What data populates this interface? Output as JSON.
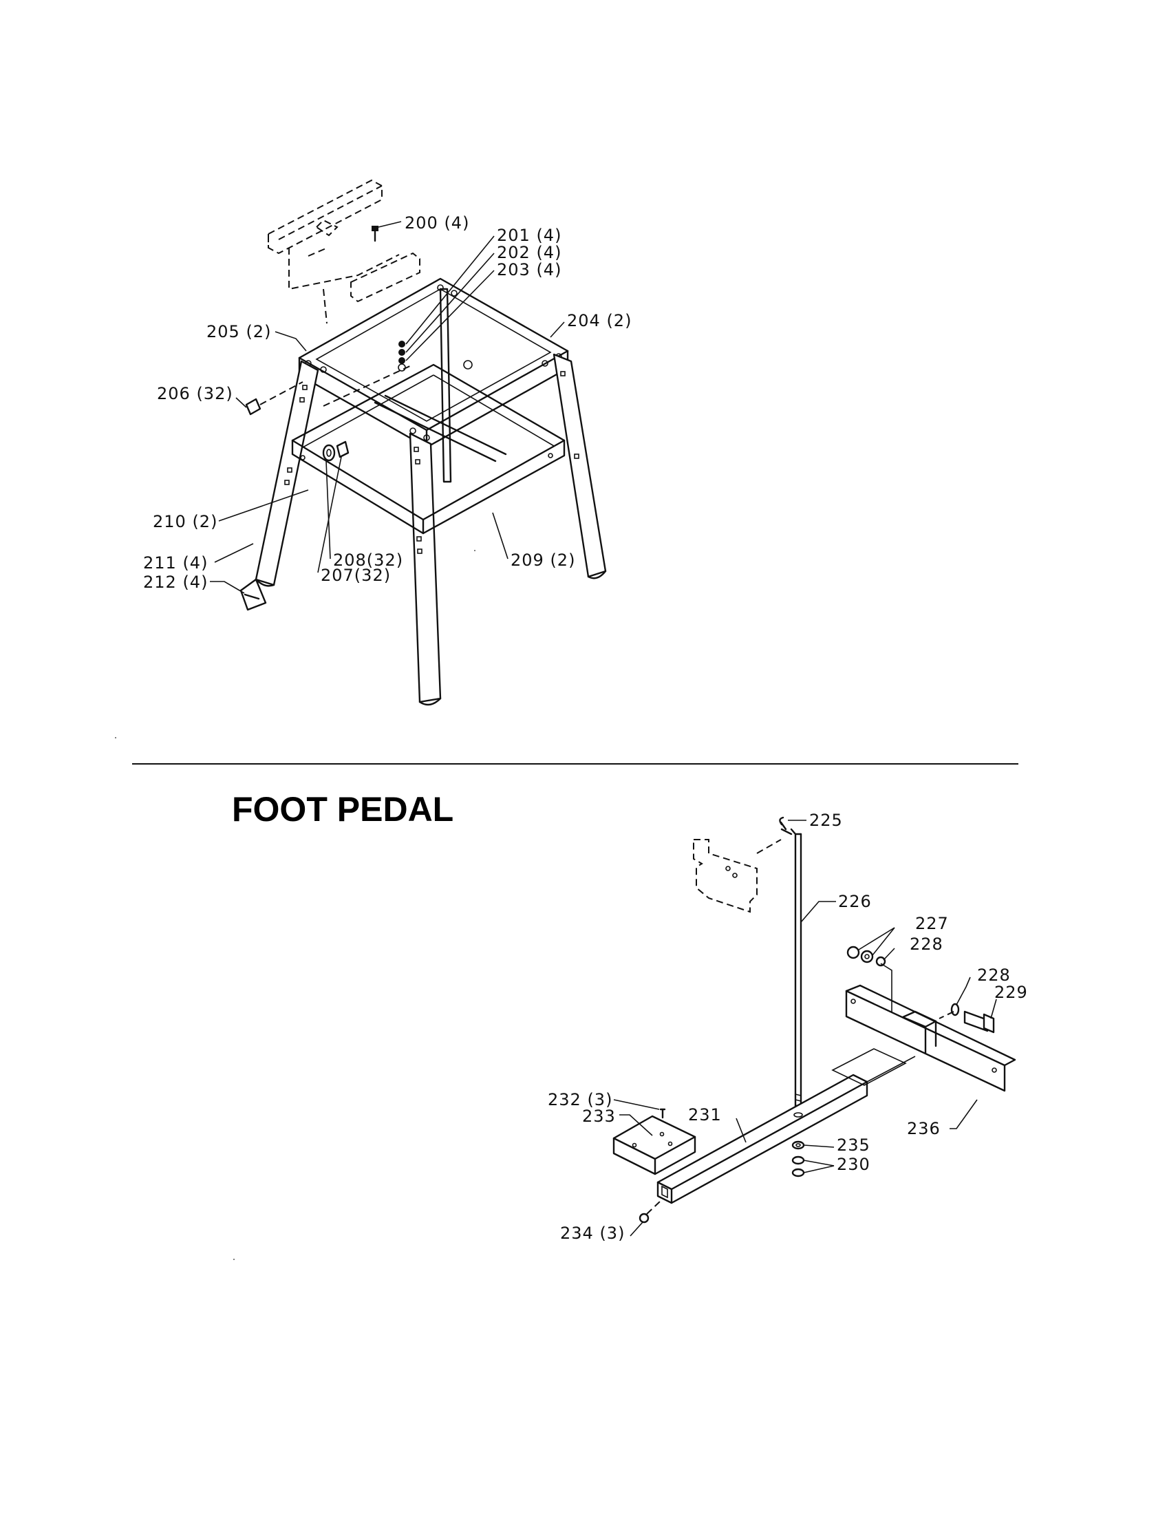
{
  "sections": {
    "foot_pedal_title": "FOOT PEDAL"
  },
  "callouts": {
    "c200": "200 (4)",
    "c201": "201 (4)",
    "c202": "202 (4)",
    "c203": "203 (4)",
    "c204": "204 (2)",
    "c205": "205 (2)",
    "c206": "206 (32)",
    "c207": "207(32)",
    "c208": "208(32)",
    "c209": "209 (2)",
    "c210": "210 (2)",
    "c211": "211 (4)",
    "c212": "212 (4)",
    "c225": "225",
    "c226": "226",
    "c227": "227",
    "c228a": "228",
    "c228b": "228",
    "c229": "229",
    "c230": "230",
    "c231": "231",
    "c232": "232 (3)",
    "c233": "233",
    "c234": "234 (3)",
    "c235": "235",
    "c236": "236"
  }
}
